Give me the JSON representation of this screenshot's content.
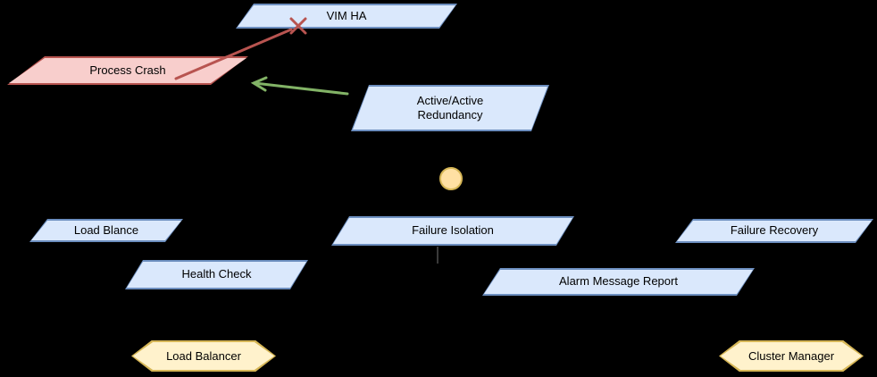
{
  "diagram": {
    "nodes": {
      "vim_ha": {
        "label": "VIM HA"
      },
      "process_crash": {
        "label": "Process Crash"
      },
      "active_active": {
        "label": "Active/Active Redundancy"
      },
      "load_blance": {
        "label": "Load Blance"
      },
      "failure_isolation": {
        "label": "Failure Isolation"
      },
      "failure_recovery": {
        "label": "Failure Recovery"
      },
      "health_check": {
        "label": "Health Check"
      },
      "alarm_message_report": {
        "label": "Alarm Message Report"
      },
      "load_balancer": {
        "label": "Load Balancer"
      },
      "cluster_manager": {
        "label": "Cluster Manager"
      }
    },
    "colors": {
      "background": "#000000",
      "blue_fill": "#dae8fc",
      "blue_border": "#6c8ebf",
      "red_fill": "#f8cecc",
      "red_border": "#b85450",
      "yellow_fill": "#fff2cc",
      "yellow_border": "#d6b656",
      "circle_fill": "#ffe0a3",
      "circle_border": "#d6b656",
      "arrow_red": "#b85450",
      "arrow_green": "#82b366"
    }
  }
}
